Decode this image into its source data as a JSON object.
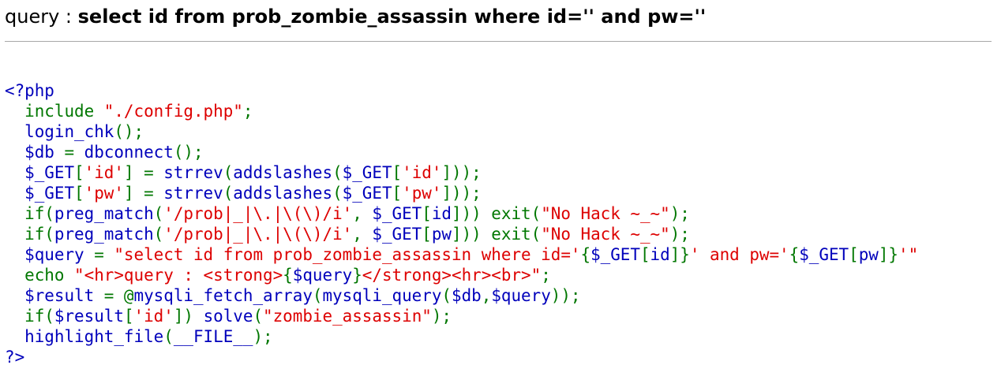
{
  "header": {
    "label": "query :",
    "query": "select id from prob_zombie_assassin where id='' and pw=''"
  },
  "colors": {
    "keyword": "#007700",
    "default": "#0000BB",
    "string": "#DD0000"
  },
  "code": {
    "lines": [
      [
        {
          "t": "<?php",
          "c": "df"
        }
      ],
      [
        {
          "t": "  include ",
          "c": "kw"
        },
        {
          "t": "\"./config.php\"",
          "c": "st"
        },
        {
          "t": ";",
          "c": "kw"
        }
      ],
      [
        {
          "t": "  login_chk",
          "c": "df"
        },
        {
          "t": "();",
          "c": "kw"
        }
      ],
      [
        {
          "t": "  $db ",
          "c": "df"
        },
        {
          "t": "= ",
          "c": "kw"
        },
        {
          "t": "dbconnect",
          "c": "df"
        },
        {
          "t": "();",
          "c": "kw"
        }
      ],
      [
        {
          "t": "  $_GET",
          "c": "df"
        },
        {
          "t": "[",
          "c": "kw"
        },
        {
          "t": "'id'",
          "c": "st"
        },
        {
          "t": "] = ",
          "c": "kw"
        },
        {
          "t": "strrev",
          "c": "df"
        },
        {
          "t": "(",
          "c": "kw"
        },
        {
          "t": "addslashes",
          "c": "df"
        },
        {
          "t": "(",
          "c": "kw"
        },
        {
          "t": "$_GET",
          "c": "df"
        },
        {
          "t": "[",
          "c": "kw"
        },
        {
          "t": "'id'",
          "c": "st"
        },
        {
          "t": "]));",
          "c": "kw"
        }
      ],
      [
        {
          "t": "  $_GET",
          "c": "df"
        },
        {
          "t": "[",
          "c": "kw"
        },
        {
          "t": "'pw'",
          "c": "st"
        },
        {
          "t": "] = ",
          "c": "kw"
        },
        {
          "t": "strrev",
          "c": "df"
        },
        {
          "t": "(",
          "c": "kw"
        },
        {
          "t": "addslashes",
          "c": "df"
        },
        {
          "t": "(",
          "c": "kw"
        },
        {
          "t": "$_GET",
          "c": "df"
        },
        {
          "t": "[",
          "c": "kw"
        },
        {
          "t": "'pw'",
          "c": "st"
        },
        {
          "t": "]));",
          "c": "kw"
        }
      ],
      [
        {
          "t": "  if(",
          "c": "kw"
        },
        {
          "t": "preg_match",
          "c": "df"
        },
        {
          "t": "(",
          "c": "kw"
        },
        {
          "t": "'/prob|_|\\.|\\(\\)/i'",
          "c": "st"
        },
        {
          "t": ", ",
          "c": "kw"
        },
        {
          "t": "$_GET",
          "c": "df"
        },
        {
          "t": "[",
          "c": "kw"
        },
        {
          "t": "id",
          "c": "df"
        },
        {
          "t": "])) exit(",
          "c": "kw"
        },
        {
          "t": "\"No Hack ~_~\"",
          "c": "st"
        },
        {
          "t": ");",
          "c": "kw"
        }
      ],
      [
        {
          "t": "  if(",
          "c": "kw"
        },
        {
          "t": "preg_match",
          "c": "df"
        },
        {
          "t": "(",
          "c": "kw"
        },
        {
          "t": "'/prob|_|\\.|\\(\\)/i'",
          "c": "st"
        },
        {
          "t": ", ",
          "c": "kw"
        },
        {
          "t": "$_GET",
          "c": "df"
        },
        {
          "t": "[",
          "c": "kw"
        },
        {
          "t": "pw",
          "c": "df"
        },
        {
          "t": "])) exit(",
          "c": "kw"
        },
        {
          "t": "\"No Hack ~_~\"",
          "c": "st"
        },
        {
          "t": ");",
          "c": "kw"
        }
      ],
      [
        {
          "t": "  $query ",
          "c": "df"
        },
        {
          "t": "= ",
          "c": "kw"
        },
        {
          "t": "\"select id from prob_zombie_assassin where id='",
          "c": "st"
        },
        {
          "t": "{",
          "c": "kw"
        },
        {
          "t": "$_GET",
          "c": "df"
        },
        {
          "t": "[",
          "c": "kw"
        },
        {
          "t": "id",
          "c": "df"
        },
        {
          "t": "]}",
          "c": "kw"
        },
        {
          "t": "' and pw='",
          "c": "st"
        },
        {
          "t": "{",
          "c": "kw"
        },
        {
          "t": "$_GET",
          "c": "df"
        },
        {
          "t": "[",
          "c": "kw"
        },
        {
          "t": "pw",
          "c": "df"
        },
        {
          "t": "]}",
          "c": "kw"
        },
        {
          "t": "'\"",
          "c": "st"
        }
      ],
      [
        {
          "t": "  echo ",
          "c": "kw"
        },
        {
          "t": "\"<hr>query : <strong>",
          "c": "st"
        },
        {
          "t": "{",
          "c": "kw"
        },
        {
          "t": "$query",
          "c": "df"
        },
        {
          "t": "}",
          "c": "kw"
        },
        {
          "t": "</strong><hr><br>\"",
          "c": "st"
        },
        {
          "t": ";",
          "c": "kw"
        }
      ],
      [
        {
          "t": "  $result ",
          "c": "df"
        },
        {
          "t": "= @",
          "c": "kw"
        },
        {
          "t": "mysqli_fetch_array",
          "c": "df"
        },
        {
          "t": "(",
          "c": "kw"
        },
        {
          "t": "mysqli_query",
          "c": "df"
        },
        {
          "t": "(",
          "c": "kw"
        },
        {
          "t": "$db",
          "c": "df"
        },
        {
          "t": ",",
          "c": "kw"
        },
        {
          "t": "$query",
          "c": "df"
        },
        {
          "t": "));",
          "c": "kw"
        }
      ],
      [
        {
          "t": "  if(",
          "c": "kw"
        },
        {
          "t": "$result",
          "c": "df"
        },
        {
          "t": "[",
          "c": "kw"
        },
        {
          "t": "'id'",
          "c": "st"
        },
        {
          "t": "]) ",
          "c": "kw"
        },
        {
          "t": "solve",
          "c": "df"
        },
        {
          "t": "(",
          "c": "kw"
        },
        {
          "t": "\"zombie_assassin\"",
          "c": "st"
        },
        {
          "t": ");",
          "c": "kw"
        }
      ],
      [
        {
          "t": "  highlight_file",
          "c": "df"
        },
        {
          "t": "(",
          "c": "kw"
        },
        {
          "t": "__FILE__",
          "c": "df"
        },
        {
          "t": ");",
          "c": "kw"
        }
      ],
      [
        {
          "t": "?>",
          "c": "df"
        }
      ]
    ]
  }
}
